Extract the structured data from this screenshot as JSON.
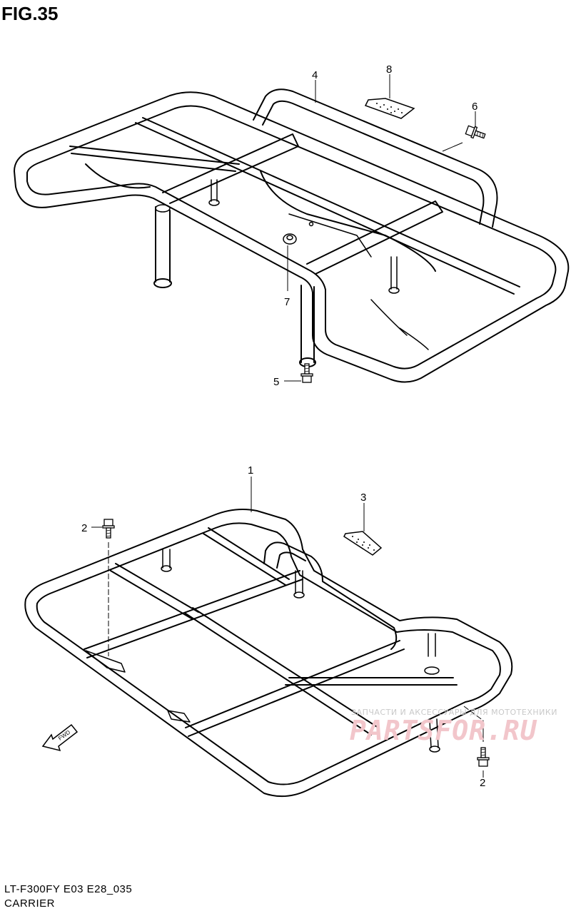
{
  "figure": {
    "title": "FIG.35",
    "model_code": "LT-F300FY E03 E28_035",
    "section_name": "CARRIER"
  },
  "callouts": {
    "c1": "1",
    "c2a": "2",
    "c2b": "2",
    "c3": "3",
    "c4": "4",
    "c5": "5",
    "c6": "6",
    "c7": "7",
    "c8": "8"
  },
  "direction_arrow": {
    "label": "FWD"
  },
  "watermark": {
    "tagline": "ЗАПЧАСТИ И АКСЕССУАРЫ ДЛЯ МОТОТЕХНИКИ",
    "brand": "PARTSFOR.RU"
  },
  "colors": {
    "line": "#000000",
    "watermark": "#f2c6cb"
  }
}
